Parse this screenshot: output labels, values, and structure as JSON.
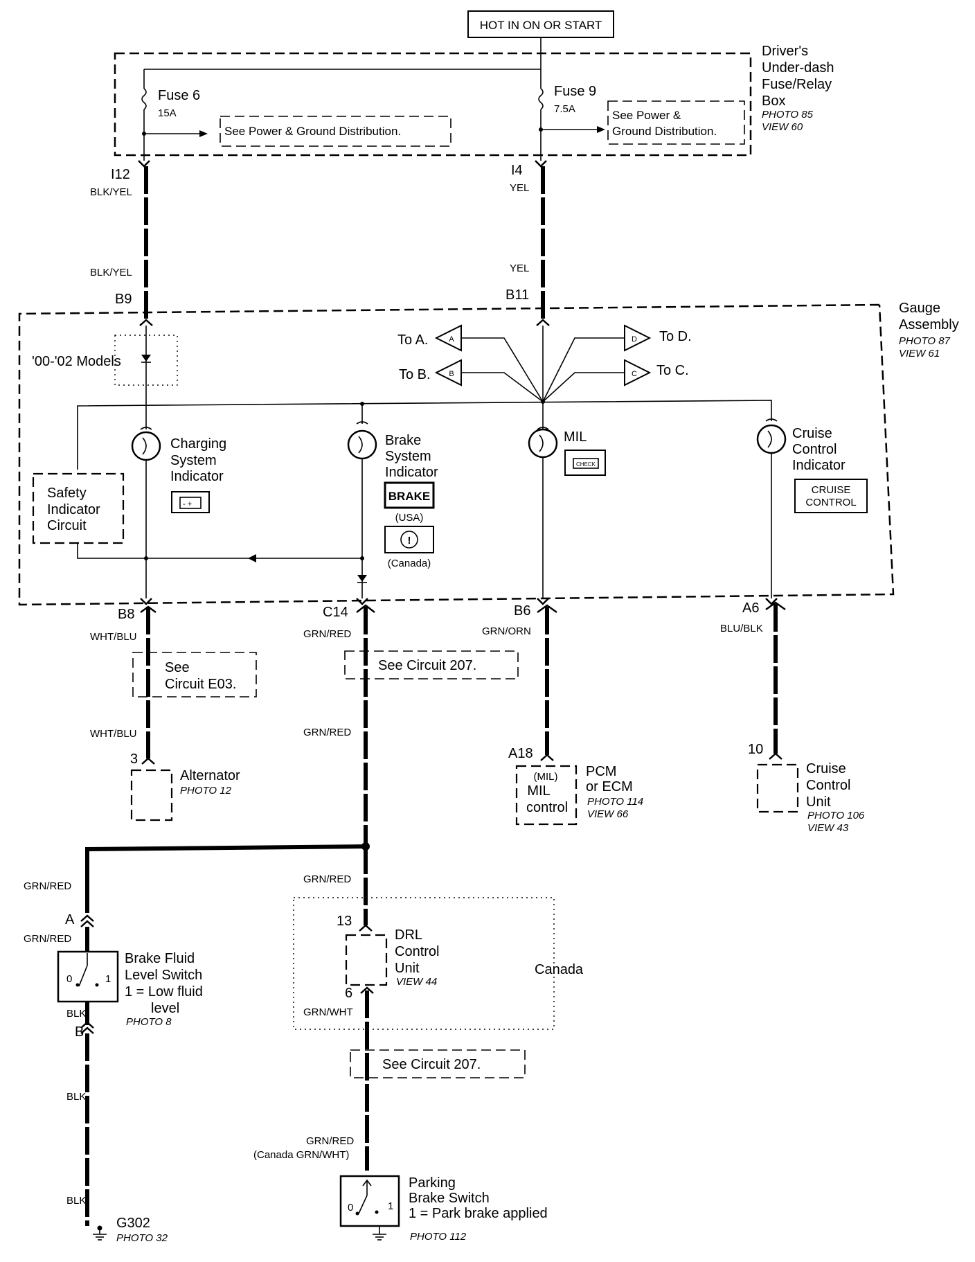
{
  "power": {
    "hot_label": "HOT IN ON OR START"
  },
  "fuse_box": {
    "name_lines": [
      "Driver's",
      "Under-dash",
      "Fuse/Relay",
      "Box"
    ],
    "photo": "PHOTO 85",
    "view": "VIEW 60",
    "fuse6": {
      "name": "Fuse 6",
      "rating": "15A",
      "ref": "See Power & Ground Distribution."
    },
    "fuse9": {
      "name": "Fuse 9",
      "rating": "7.5A",
      "ref_lines": [
        "See Power &",
        "Ground Distribution."
      ]
    }
  },
  "wires": {
    "left_top_conn": "I12",
    "left_top_color": "BLK/YEL",
    "left_mid_color": "BLK/YEL",
    "left_gauge_pin": "B9",
    "right_top_conn": "I4",
    "right_top_color": "YEL",
    "right_mid_color": "YEL",
    "right_gauge_pin": "B11"
  },
  "gauge": {
    "name_lines": [
      "Gauge",
      "Assembly"
    ],
    "photo": "PHOTO 87",
    "view": "VIEW 61",
    "models_label": "'00-'02 Models",
    "to_a": "To A.",
    "to_b": "To B.",
    "to_c": "To C.",
    "to_d": "To D.",
    "tri_a": "A",
    "tri_b": "B",
    "tri_c": "C",
    "tri_d": "D",
    "safety_lines": [
      "Safety",
      "Indicator",
      "Circuit"
    ],
    "charging_lines": [
      "Charging",
      "System",
      "Indicator"
    ],
    "brake_lines": [
      "Brake",
      "System",
      "Indicator"
    ],
    "brake_badge": "BRAKE",
    "usa": "(USA)",
    "canada_paren": "(Canada)",
    "mil": "MIL",
    "check_badge": "CHECK",
    "cruise_lines": [
      "Cruise",
      "Control",
      "Indicator"
    ],
    "cruise_badge_lines": [
      "CRUISE",
      "CONTROL"
    ]
  },
  "outputs": {
    "b8": "B8",
    "c14": "C14",
    "b6": "B6",
    "a6": "A6",
    "b8_color": "WHT/BLU",
    "b8_color2": "WHT/BLU",
    "c14_color": "GRN/RED",
    "c14_color2": "GRN/RED",
    "b6_color": "GRN/ORN",
    "a6_color": "BLU/BLK",
    "see_e03_lines": [
      "See",
      "Circuit E03."
    ],
    "see_207": "See Circuit 207.",
    "alt_pin": "3",
    "alt_name": "Alternator",
    "alt_photo": "PHOTO 12",
    "pcm_pin": "A18",
    "pcm_lines": [
      "PCM",
      "or ECM"
    ],
    "pcm_photo": "PHOTO 114",
    "pcm_view": "VIEW 66",
    "mil_ctrl_lines": [
      "(MIL)",
      "MIL",
      "control"
    ],
    "cruise_pin": "10",
    "cruise_unit_lines": [
      "Cruise",
      "Control",
      "Unit"
    ],
    "cruise_photo": "PHOTO 106",
    "cruise_view": "VIEW 43"
  },
  "lower": {
    "grn_red_left": "GRN/RED",
    "conn_a": "A",
    "grn_red_a": "GRN/RED",
    "bfl_lines": [
      "Brake Fluid",
      "Level Switch",
      "1 = Low fluid",
      "level"
    ],
    "bfl_photo": "PHOTO 8",
    "blk1": "BLK",
    "conn_b": "B",
    "blk2": "BLK",
    "blk3": "BLK",
    "ground": "G302",
    "ground_photo": "PHOTO 32",
    "grn_red_center": "GRN/RED",
    "drl_pin_in": "13",
    "drl_lines": [
      "DRL",
      "Control",
      "Unit"
    ],
    "drl_view": "VIEW 44",
    "canada": "Canada",
    "drl_pin_out": "6",
    "grn_wht": "GRN/WHT",
    "see_207b": "See Circuit 207.",
    "pb_color": "GRN/RED",
    "pb_color_canada": "(Canada GRN/WHT)",
    "pb_lines": [
      "Parking",
      "Brake Switch",
      "1 = Park brake applied"
    ],
    "pb_photo": "PHOTO 112",
    "sw_0": "0",
    "sw_1": "1"
  }
}
